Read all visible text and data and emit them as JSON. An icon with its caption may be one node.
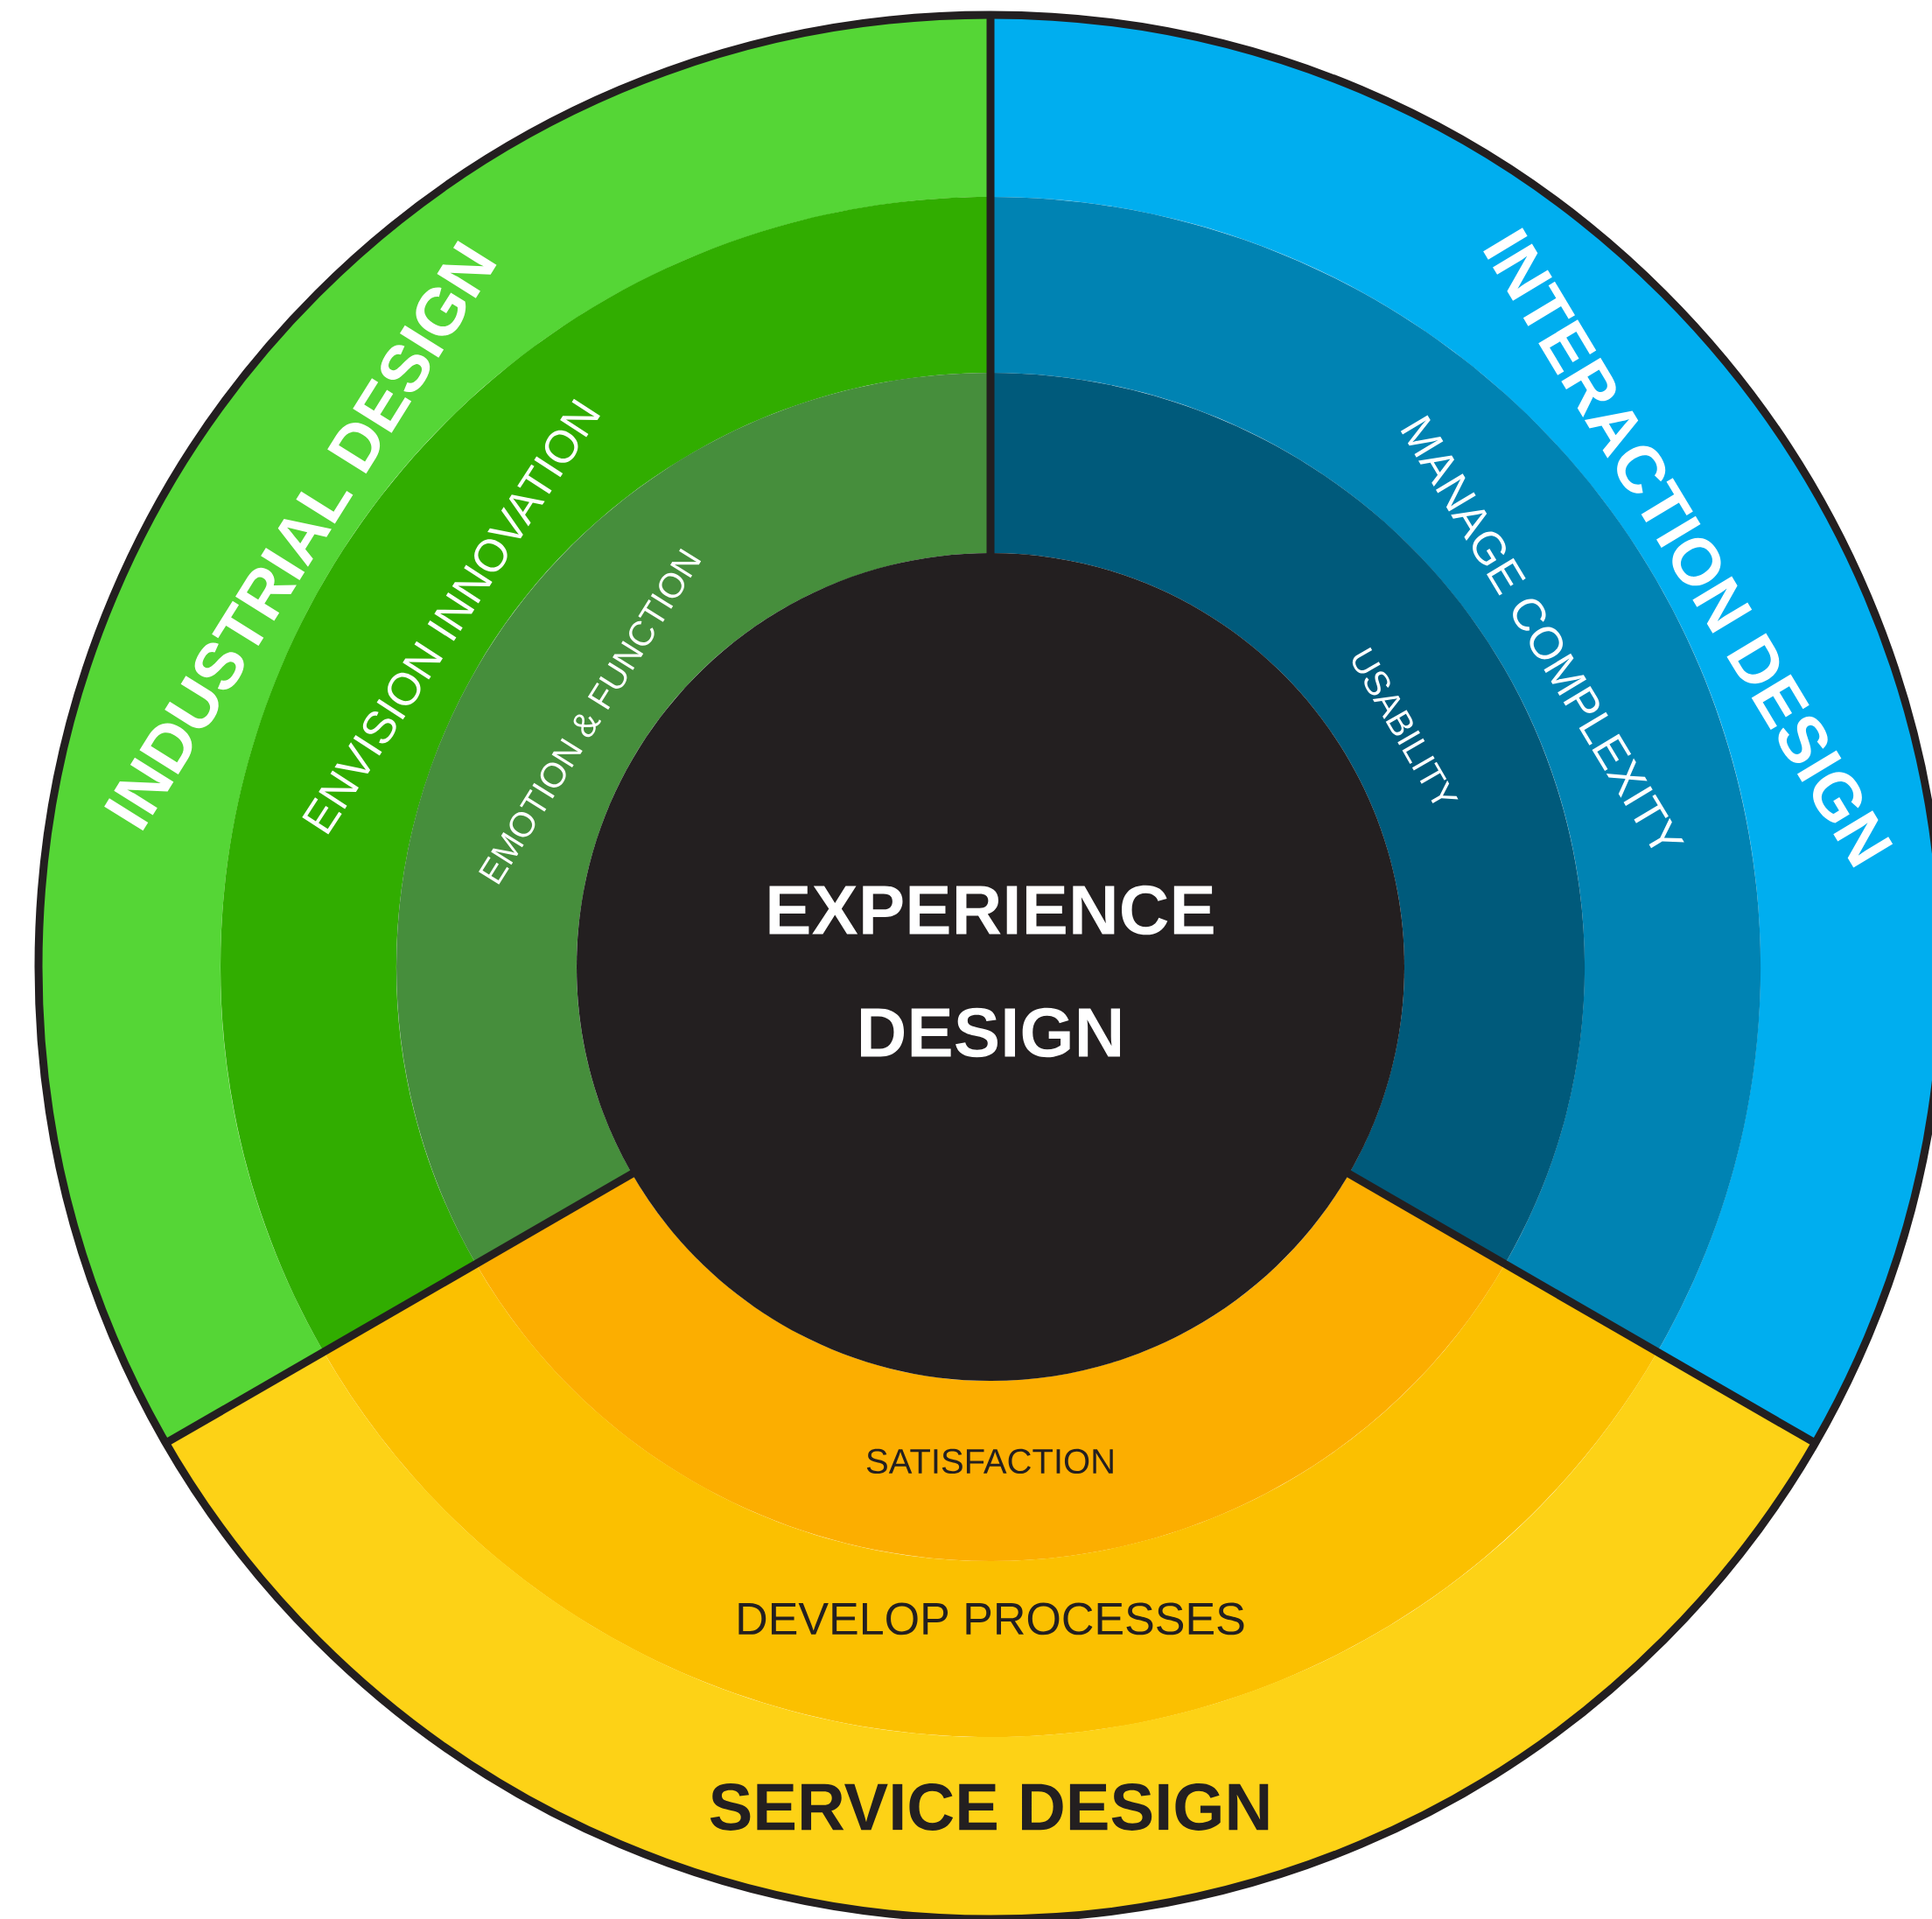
{
  "diagram": {
    "nodes": [
      {
        "text": [
          "INDUSTRIAL DESIGN"
        ]
      },
      {
        "text": [
          "INTERACTION DESIGN"
        ]
      },
      {
        "text": [
          "ENVISION INNOVATION"
        ]
      },
      {
        "text": [
          "MANAGE COMPLEXITY"
        ]
      },
      {
        "text": [
          "EMOTION & FUNCTION"
        ]
      },
      {
        "text": [
          "USABILITY"
        ]
      },
      {
        "text": [
          "EXPERIENCE DESIGN"
        ]
      },
      {
        "text": [
          "SATISFACTION"
        ]
      },
      {
        "text": [
          "DEVELOP PROCESSES"
        ]
      },
      {
        "text": [
          "SERVICE DESIGN"
        ]
      }
    ]
  }
}
